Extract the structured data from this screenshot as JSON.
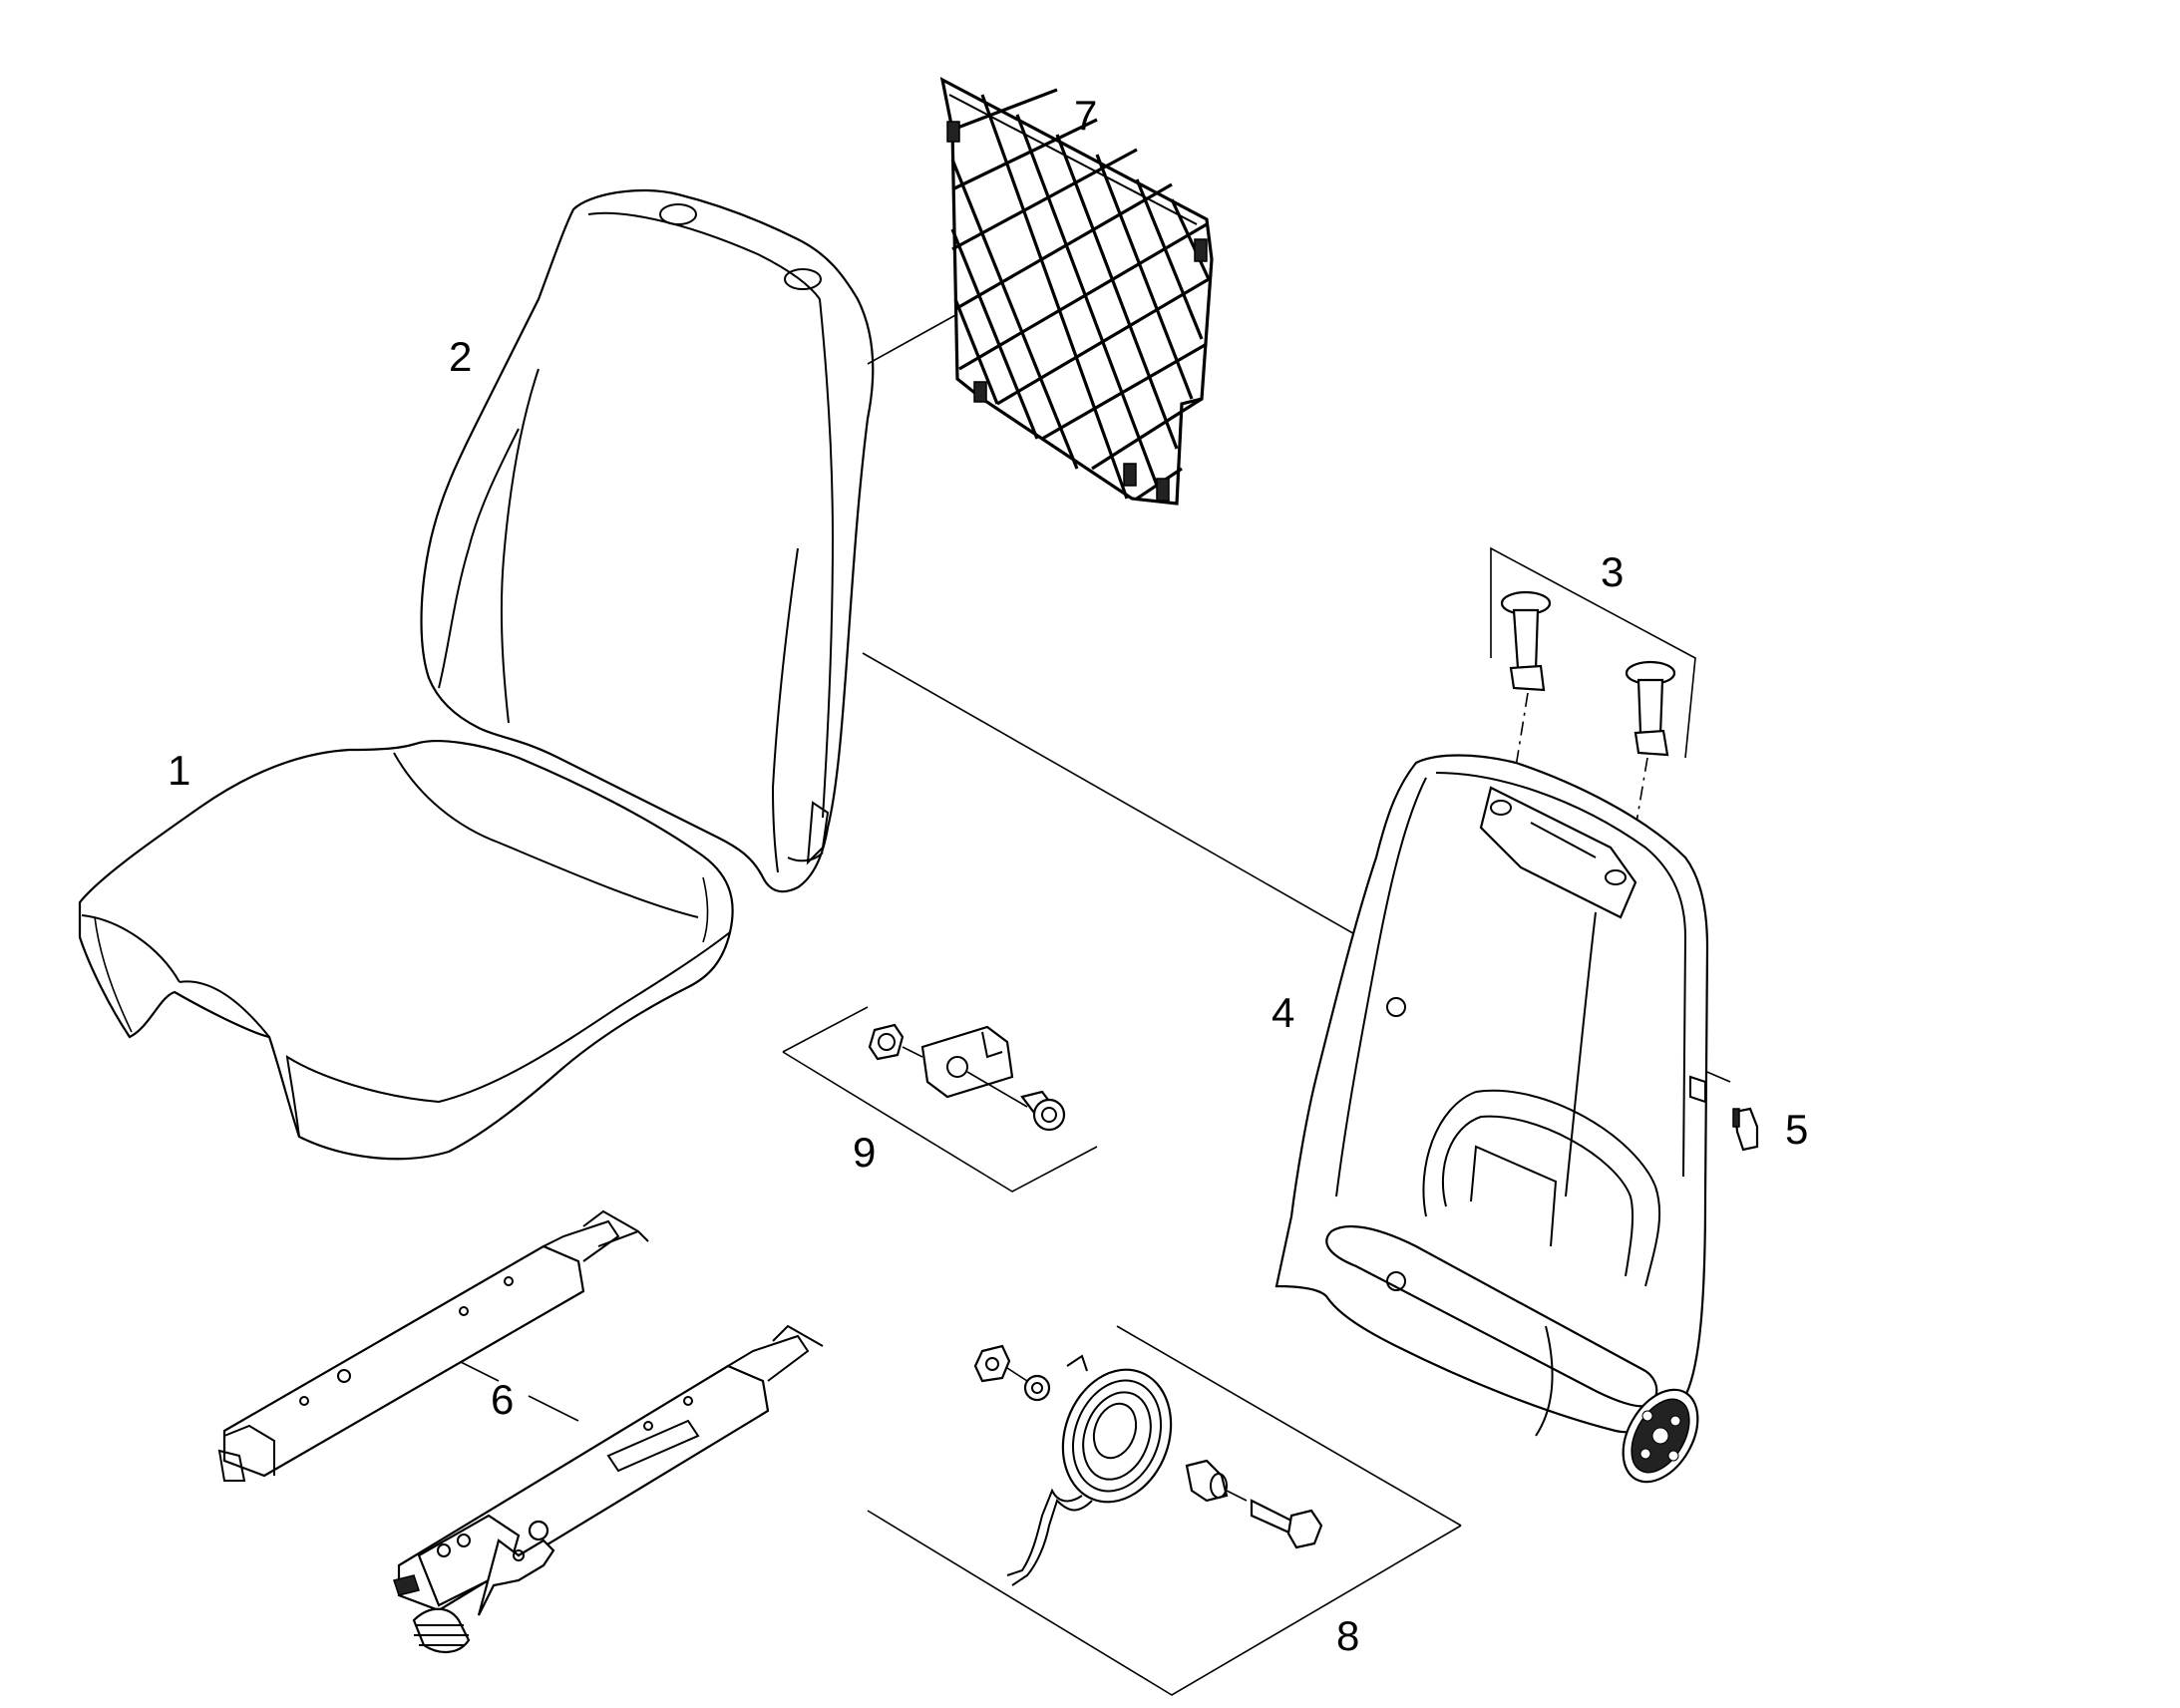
{
  "callouts": [
    {
      "id": "1",
      "label": "1"
    },
    {
      "id": "2",
      "label": "2"
    },
    {
      "id": "3",
      "label": "3"
    },
    {
      "id": "4",
      "label": "4"
    },
    {
      "id": "5",
      "label": "5"
    },
    {
      "id": "6",
      "label": "6"
    },
    {
      "id": "7",
      "label": "7"
    },
    {
      "id": "8",
      "label": "8"
    },
    {
      "id": "9",
      "label": "9"
    }
  ],
  "colors": {
    "stroke": "#000000",
    "background": "#ffffff"
  }
}
